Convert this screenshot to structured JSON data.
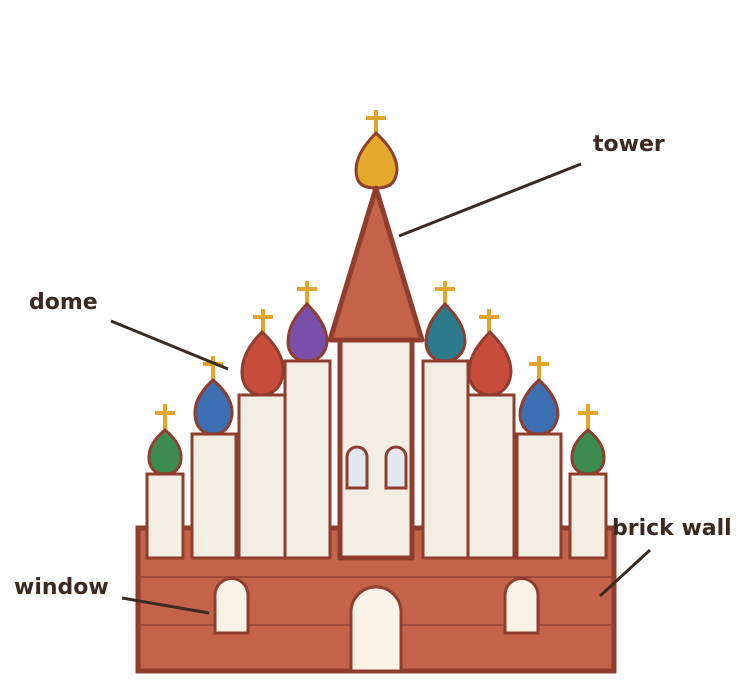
{
  "colors": {
    "brick": "#c4634a",
    "outline": "#8f3d2c",
    "tower_body": "#f3eee4",
    "window_glass": "#e2e8ef",
    "cross": "#e2a62d",
    "label_text": "#3b2a22",
    "leader_line": "#3b2a22"
  },
  "labels": {
    "tower": "tower",
    "dome": "dome",
    "window": "window",
    "brick_wall": "brick wall"
  },
  "domes": [
    {
      "color": "#e3a92b",
      "name": "gold"
    },
    {
      "color": "#3d8c4f",
      "name": "green"
    },
    {
      "color": "#3d6fb3",
      "name": "blue"
    },
    {
      "color": "#c84c3c",
      "name": "red"
    },
    {
      "color": "#7a4fab",
      "name": "purple"
    },
    {
      "color": "#2d7a8c",
      "name": "teal"
    },
    {
      "color": "#c84c3c",
      "name": "red"
    },
    {
      "color": "#3d6fb3",
      "name": "blue"
    },
    {
      "color": "#3d8c4f",
      "name": "green"
    }
  ]
}
